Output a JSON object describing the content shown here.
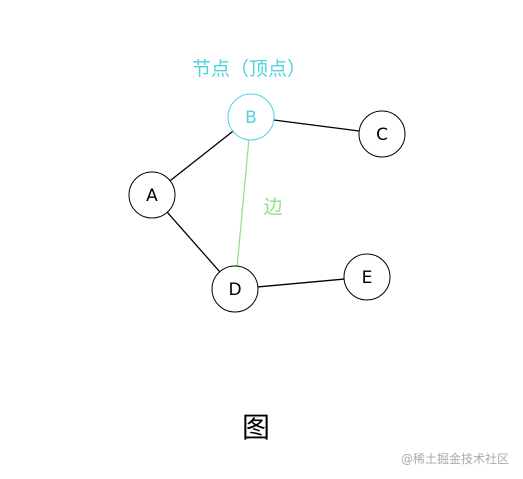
{
  "annotations": {
    "node_label": "节点（顶点）",
    "edge_label": "边",
    "caption": "图",
    "watermark": "@稀土掘金技术社区"
  },
  "graph": {
    "nodes": [
      {
        "id": "A",
        "label": "A",
        "highlight": false
      },
      {
        "id": "B",
        "label": "B",
        "highlight": true
      },
      {
        "id": "C",
        "label": "C",
        "highlight": false
      },
      {
        "id": "D",
        "label": "D",
        "highlight": false
      },
      {
        "id": "E",
        "label": "E",
        "highlight": false
      }
    ],
    "edges": [
      {
        "from": "A",
        "to": "B",
        "highlight": false
      },
      {
        "from": "B",
        "to": "C",
        "highlight": false
      },
      {
        "from": "A",
        "to": "D",
        "highlight": false
      },
      {
        "from": "B",
        "to": "D",
        "highlight": true
      },
      {
        "from": "D",
        "to": "E",
        "highlight": false
      }
    ]
  },
  "colors": {
    "node_highlight": "#4fd3e0",
    "edge_highlight": "#8ee08e",
    "default": "#000000",
    "watermark": "#aaaaaa"
  }
}
